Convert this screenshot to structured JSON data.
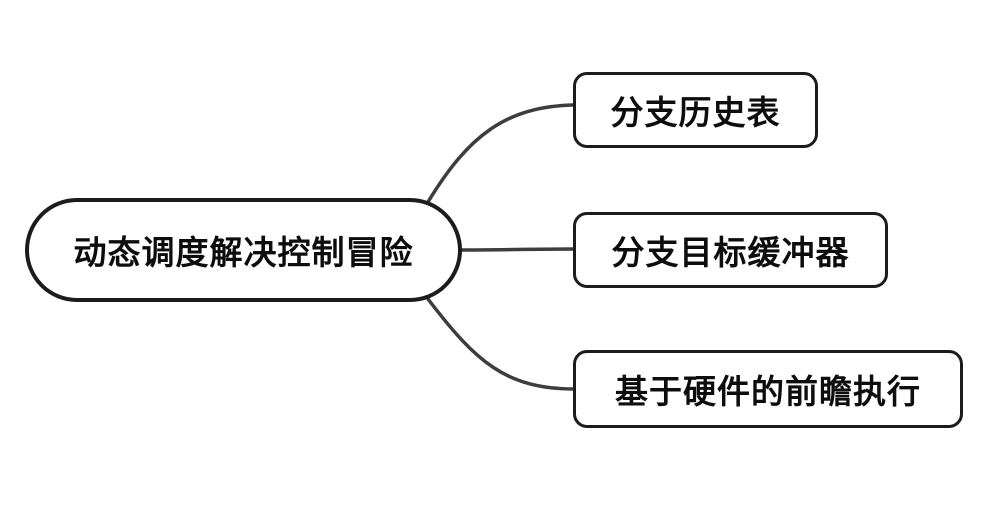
{
  "diagram": {
    "root": {
      "label": "动态调度解决控制冒险"
    },
    "children": [
      {
        "label": "分支历史表"
      },
      {
        "label": "分支目标缓冲器"
      },
      {
        "label": "基于硬件的前瞻执行"
      }
    ]
  },
  "colors": {
    "background": "#ffffff",
    "node_border": "#1c1c1c",
    "node_fill": "#ffffff",
    "connector": "#3d3d3d",
    "text": "#0d0d0d"
  }
}
